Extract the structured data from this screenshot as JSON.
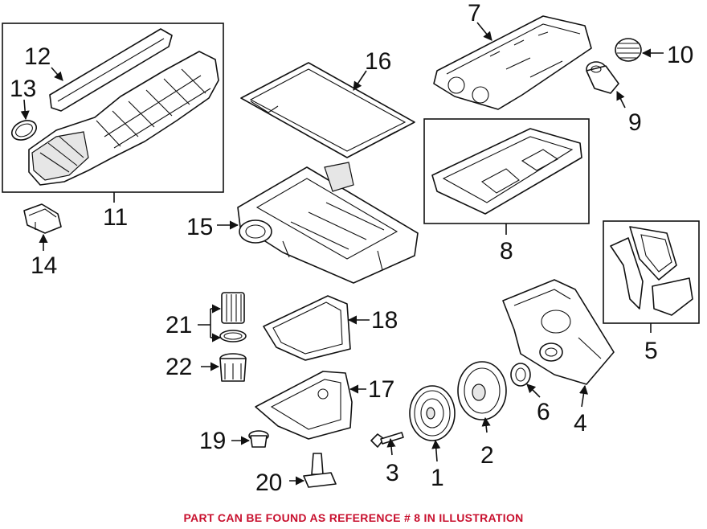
{
  "callouts": {
    "c1": "1",
    "c2": "2",
    "c3": "3",
    "c4": "4",
    "c5": "5",
    "c6": "6",
    "c7": "7",
    "c8": "8",
    "c9": "9",
    "c10": "10",
    "c11": "11",
    "c12": "12",
    "c13": "13",
    "c14": "14",
    "c15": "15",
    "c16": "16",
    "c17": "17",
    "c18": "18",
    "c19": "19",
    "c20": "20",
    "c21": "21",
    "c22": "22"
  },
  "footer": {
    "note": "PART CAN BE FOUND AS REFERENCE # 8 IN ILLUSTRATION"
  },
  "colors": {
    "note_text": "#c8102e",
    "line": "#111111",
    "background": "#ffffff"
  }
}
